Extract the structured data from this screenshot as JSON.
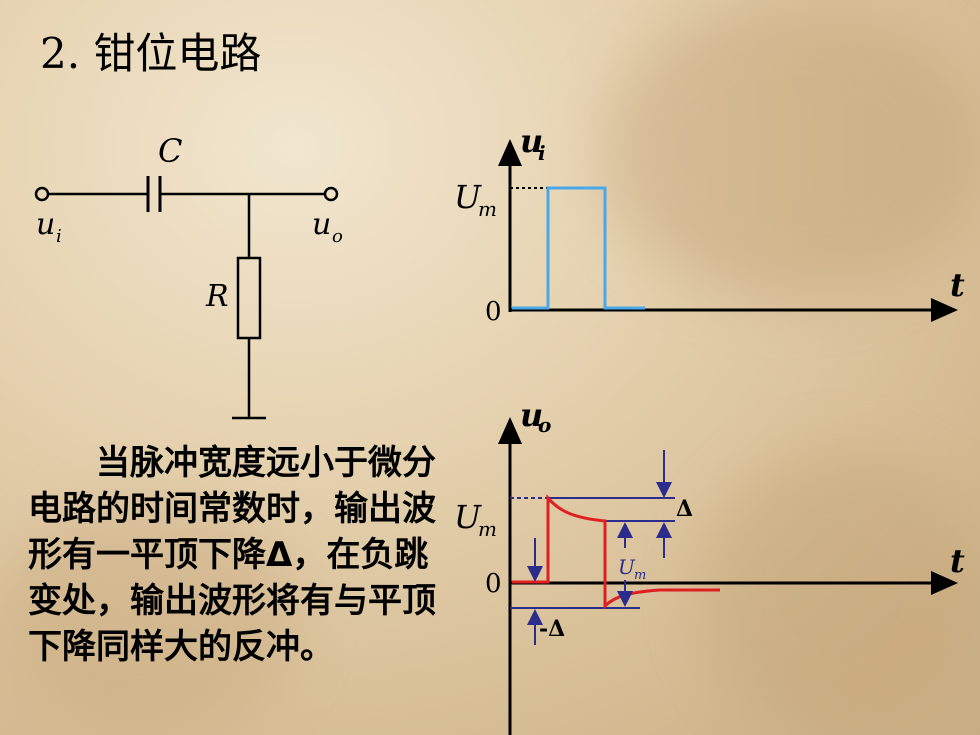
{
  "title": "2. 钳位电路",
  "circuit": {
    "capacitor_label": "C",
    "resistor_label": "R",
    "input_label": "u",
    "input_sub": "i",
    "output_label": "u",
    "output_sub": "o"
  },
  "top_graph": {
    "y_label": "u",
    "y_sub": "i",
    "x_label": "t",
    "level_label": "U",
    "level_sub": "m",
    "zero_label": "0"
  },
  "bottom_graph": {
    "y_label": "u",
    "y_sub": "o",
    "x_label": "t",
    "level_label": "U",
    "level_sub": "m",
    "zero_label": "0",
    "inner_label": "U",
    "inner_sub": "m",
    "delta_label": "Δ",
    "neg_delta_label": "-Δ"
  },
  "description": {
    "line1": "当脉冲宽度远小于",
    "rest": "微分电路的时间常数时，输出波形有一平顶下降Δ，在负跳变处，输出波形将有与平顶下降同样大的反冲。"
  },
  "colors": {
    "input_pulse": "#4aa8e8",
    "output_wave": "#e02020",
    "markers": "#2c2c8c"
  }
}
